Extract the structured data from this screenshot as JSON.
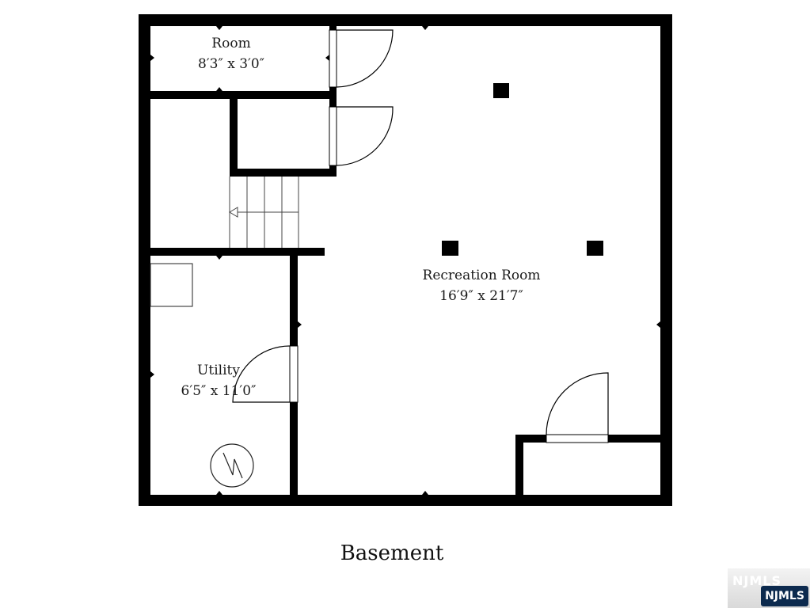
{
  "plan": {
    "floor_title": "Basement",
    "rooms": [
      {
        "id": "room",
        "name": "Room",
        "dimensions": "8′3″ x 3′0″"
      },
      {
        "id": "recreation",
        "name": "Recreation Room",
        "dimensions": "16′9″ x 21′7″"
      },
      {
        "id": "utility",
        "name": "Utility",
        "dimensions": "6′5″ x 11′0″"
      }
    ]
  },
  "watermark": {
    "ghost_text": "NJMLS",
    "badge_text": "NJMLS"
  },
  "colors": {
    "wall": "#000000",
    "background": "#ffffff",
    "badge": "#0c2a4e"
  },
  "icons": [
    "water-heater-icon",
    "stair-arrow-icon",
    "door-swing-icon",
    "dimension-arrow-icon"
  ]
}
